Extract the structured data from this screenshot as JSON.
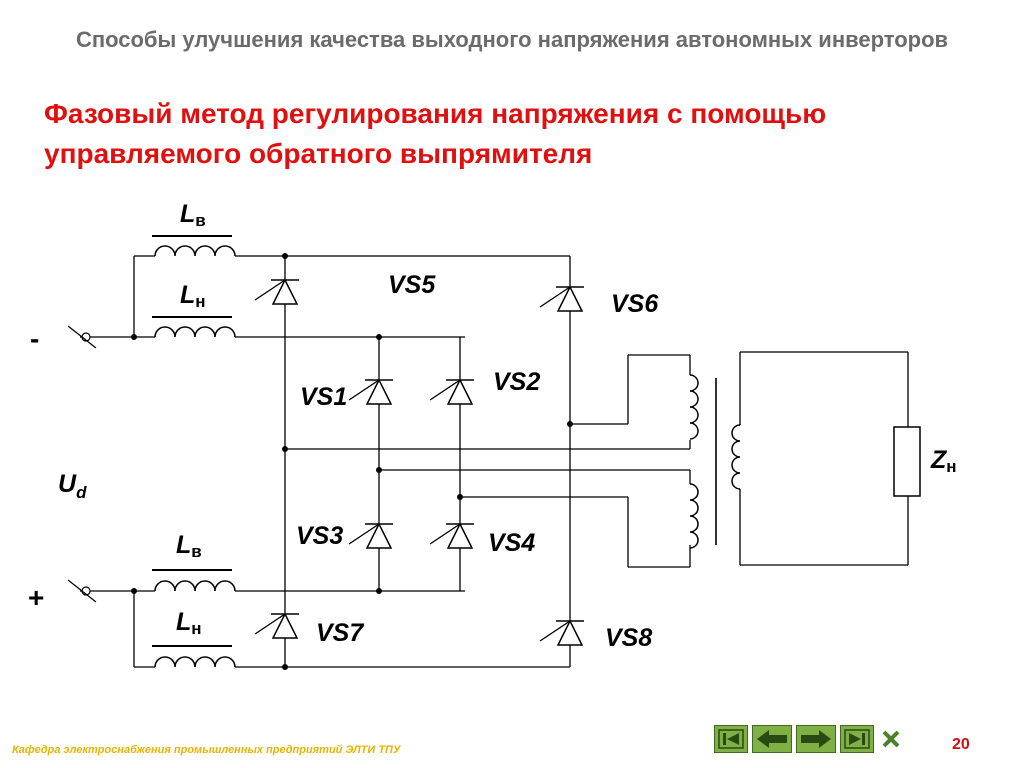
{
  "slide": {
    "title": "Способы улучшения качества выходного напряжения автономных инверторов",
    "subtitle": "Фазовый метод регулирования напряжения с помощью управляемого обратного выпрямителя",
    "footer": "Кафедра электроснабжения промышленных предприятий ЭЛТИ ТПУ",
    "page_number": "20"
  },
  "circuit": {
    "ud_label": "U",
    "ud_sub": "d",
    "minus_sign": "-",
    "plus_sign": "+",
    "inductors": {
      "top_upper": {
        "main": "L",
        "sub": "в"
      },
      "top_lower": {
        "main": "L",
        "sub": "н"
      },
      "bottom_upper": {
        "main": "L",
        "sub": "в"
      },
      "bottom_lower": {
        "main": "L",
        "sub": "н"
      }
    },
    "thyristors": {
      "vs1": "VS1",
      "vs2": "VS2",
      "vs3": "VS3",
      "vs4": "VS4",
      "vs5": "VS5",
      "vs6": "VS6",
      "vs7": "VS7",
      "vs8": "VS8"
    },
    "load": {
      "main": "Z",
      "sub": "н"
    }
  },
  "navigation": {
    "icons": [
      "first-slide-icon",
      "prev-slide-icon",
      "next-slide-icon",
      "last-slide-icon",
      "close-icon"
    ],
    "button_color": "#7fb046"
  }
}
